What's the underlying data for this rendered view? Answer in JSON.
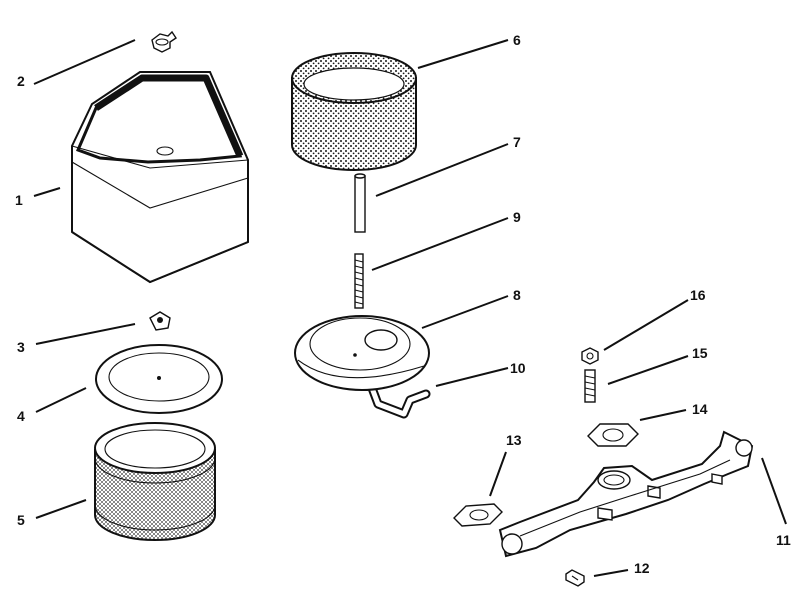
{
  "callouts": [
    "1",
    "2",
    "3",
    "4",
    "5",
    "6",
    "7",
    "8",
    "9",
    "10",
    "11",
    "12",
    "13",
    "14",
    "15",
    "16"
  ],
  "colors": {
    "ink": "#111111",
    "paper": "#ffffff",
    "foam": "#1a1a1a"
  }
}
